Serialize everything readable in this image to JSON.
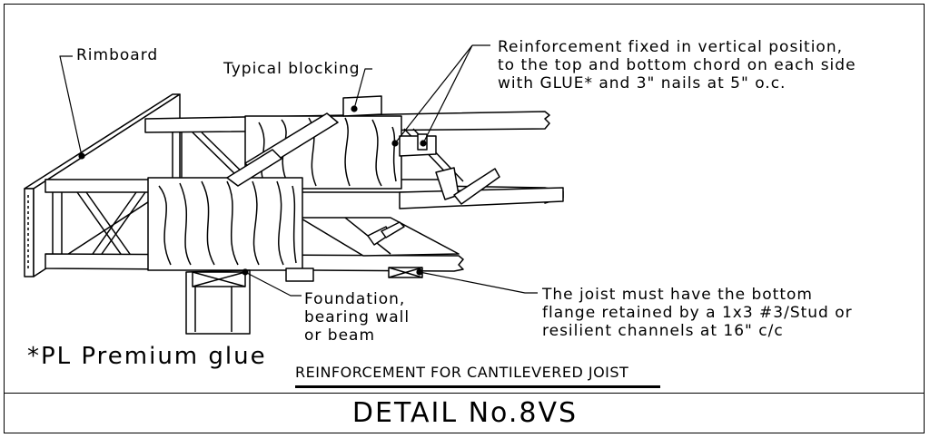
{
  "labels": {
    "rimboard": "Rimboard",
    "typical_blocking": "Typical blocking",
    "reinforcement": [
      "Reinforcement fixed in vertical position,",
      "to the top and bottom chord on each side",
      "with GLUE* and 3\" nails at 5\" o.c."
    ],
    "foundation": [
      "Foundation,",
      "bearing wall",
      "or beam"
    ],
    "bottom_flange": [
      "The joist must have the bottom",
      "flange retained by a 1x3 #3/Stud or",
      "resilient channels at 16\" c/c"
    ]
  },
  "glue_note": "*PL Premium glue",
  "subtitle": "REINFORCEMENT FOR CANTILEVERED JOIST",
  "title": "DETAIL No.8VS"
}
